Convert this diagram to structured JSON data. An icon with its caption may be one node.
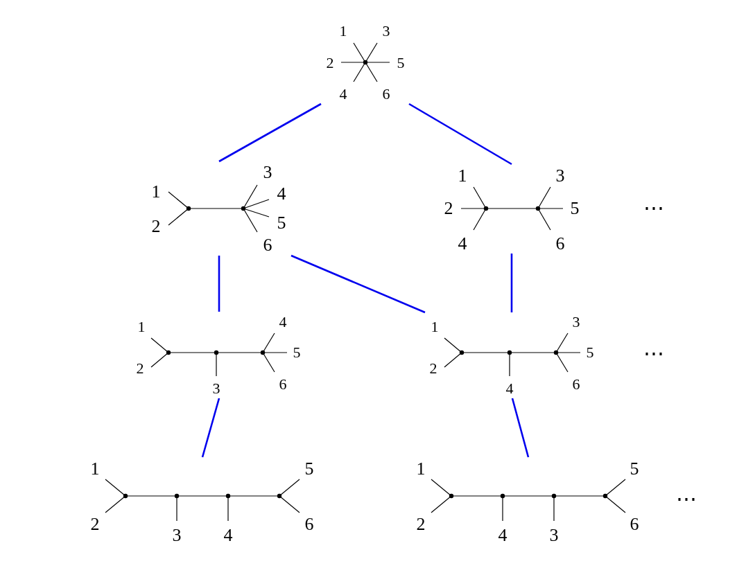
{
  "diagram": {
    "nodes": [
      {
        "text": [
          "1",
          "3",
          "2",
          "5",
          "4",
          "6"
        ]
      },
      {
        "text": [
          "1",
          "3",
          "4",
          "2",
          "5",
          "6"
        ]
      },
      {
        "text": [
          "1",
          "3",
          "2",
          "5",
          "4",
          "6"
        ]
      },
      {
        "text": [
          "1",
          "4",
          "5",
          "2",
          "3",
          "6"
        ]
      },
      {
        "text": [
          "1",
          "3",
          "5",
          "2",
          "4",
          "6"
        ]
      },
      {
        "text": [
          "1",
          "5",
          "2",
          "6",
          "3",
          "4"
        ]
      },
      {
        "text": [
          "1",
          "5",
          "2",
          "6",
          "4",
          "3"
        ]
      }
    ],
    "edges": [
      {
        "from": 0,
        "to": 1,
        "arrow": "none"
      },
      {
        "from": 0,
        "to": 2,
        "arrow": "none"
      },
      {
        "from": 1,
        "to": 3,
        "arrow": "none"
      },
      {
        "from": 1,
        "to": 4,
        "arrow": "none"
      },
      {
        "from": 2,
        "to": 4,
        "arrow": "none"
      },
      {
        "from": 3,
        "to": 5,
        "arrow": "none"
      },
      {
        "from": 4,
        "to": 6,
        "arrow": "none"
      }
    ],
    "labels": [
      "⋯",
      "⋯",
      "⋯"
    ]
  }
}
